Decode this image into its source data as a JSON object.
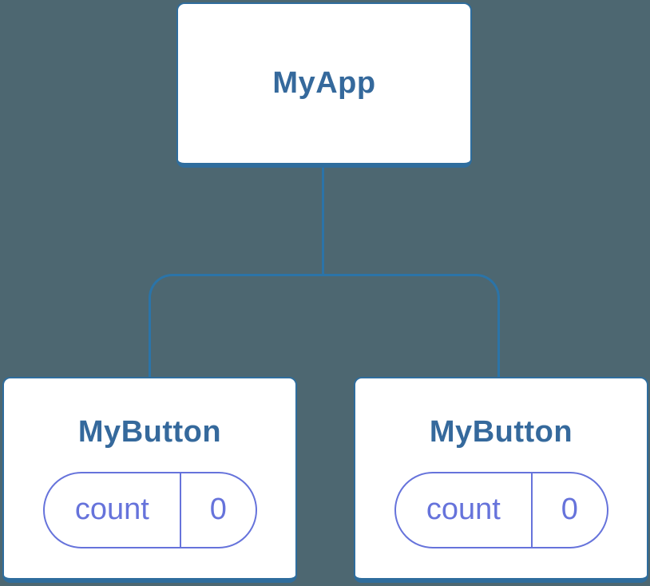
{
  "tree": {
    "root": {
      "label": "MyApp"
    },
    "children": [
      {
        "label": "MyButton",
        "state": {
          "key": "count",
          "value": "0"
        }
      },
      {
        "label": "MyButton",
        "state": {
          "key": "count",
          "value": "0"
        }
      }
    ]
  },
  "colors": {
    "background": "#4D6771",
    "card_background": "#FFFFFF",
    "card_border": "#2F6D9D",
    "connector": "#2B74A8",
    "component_text": "#35699C",
    "state_accent": "#6673DB"
  }
}
